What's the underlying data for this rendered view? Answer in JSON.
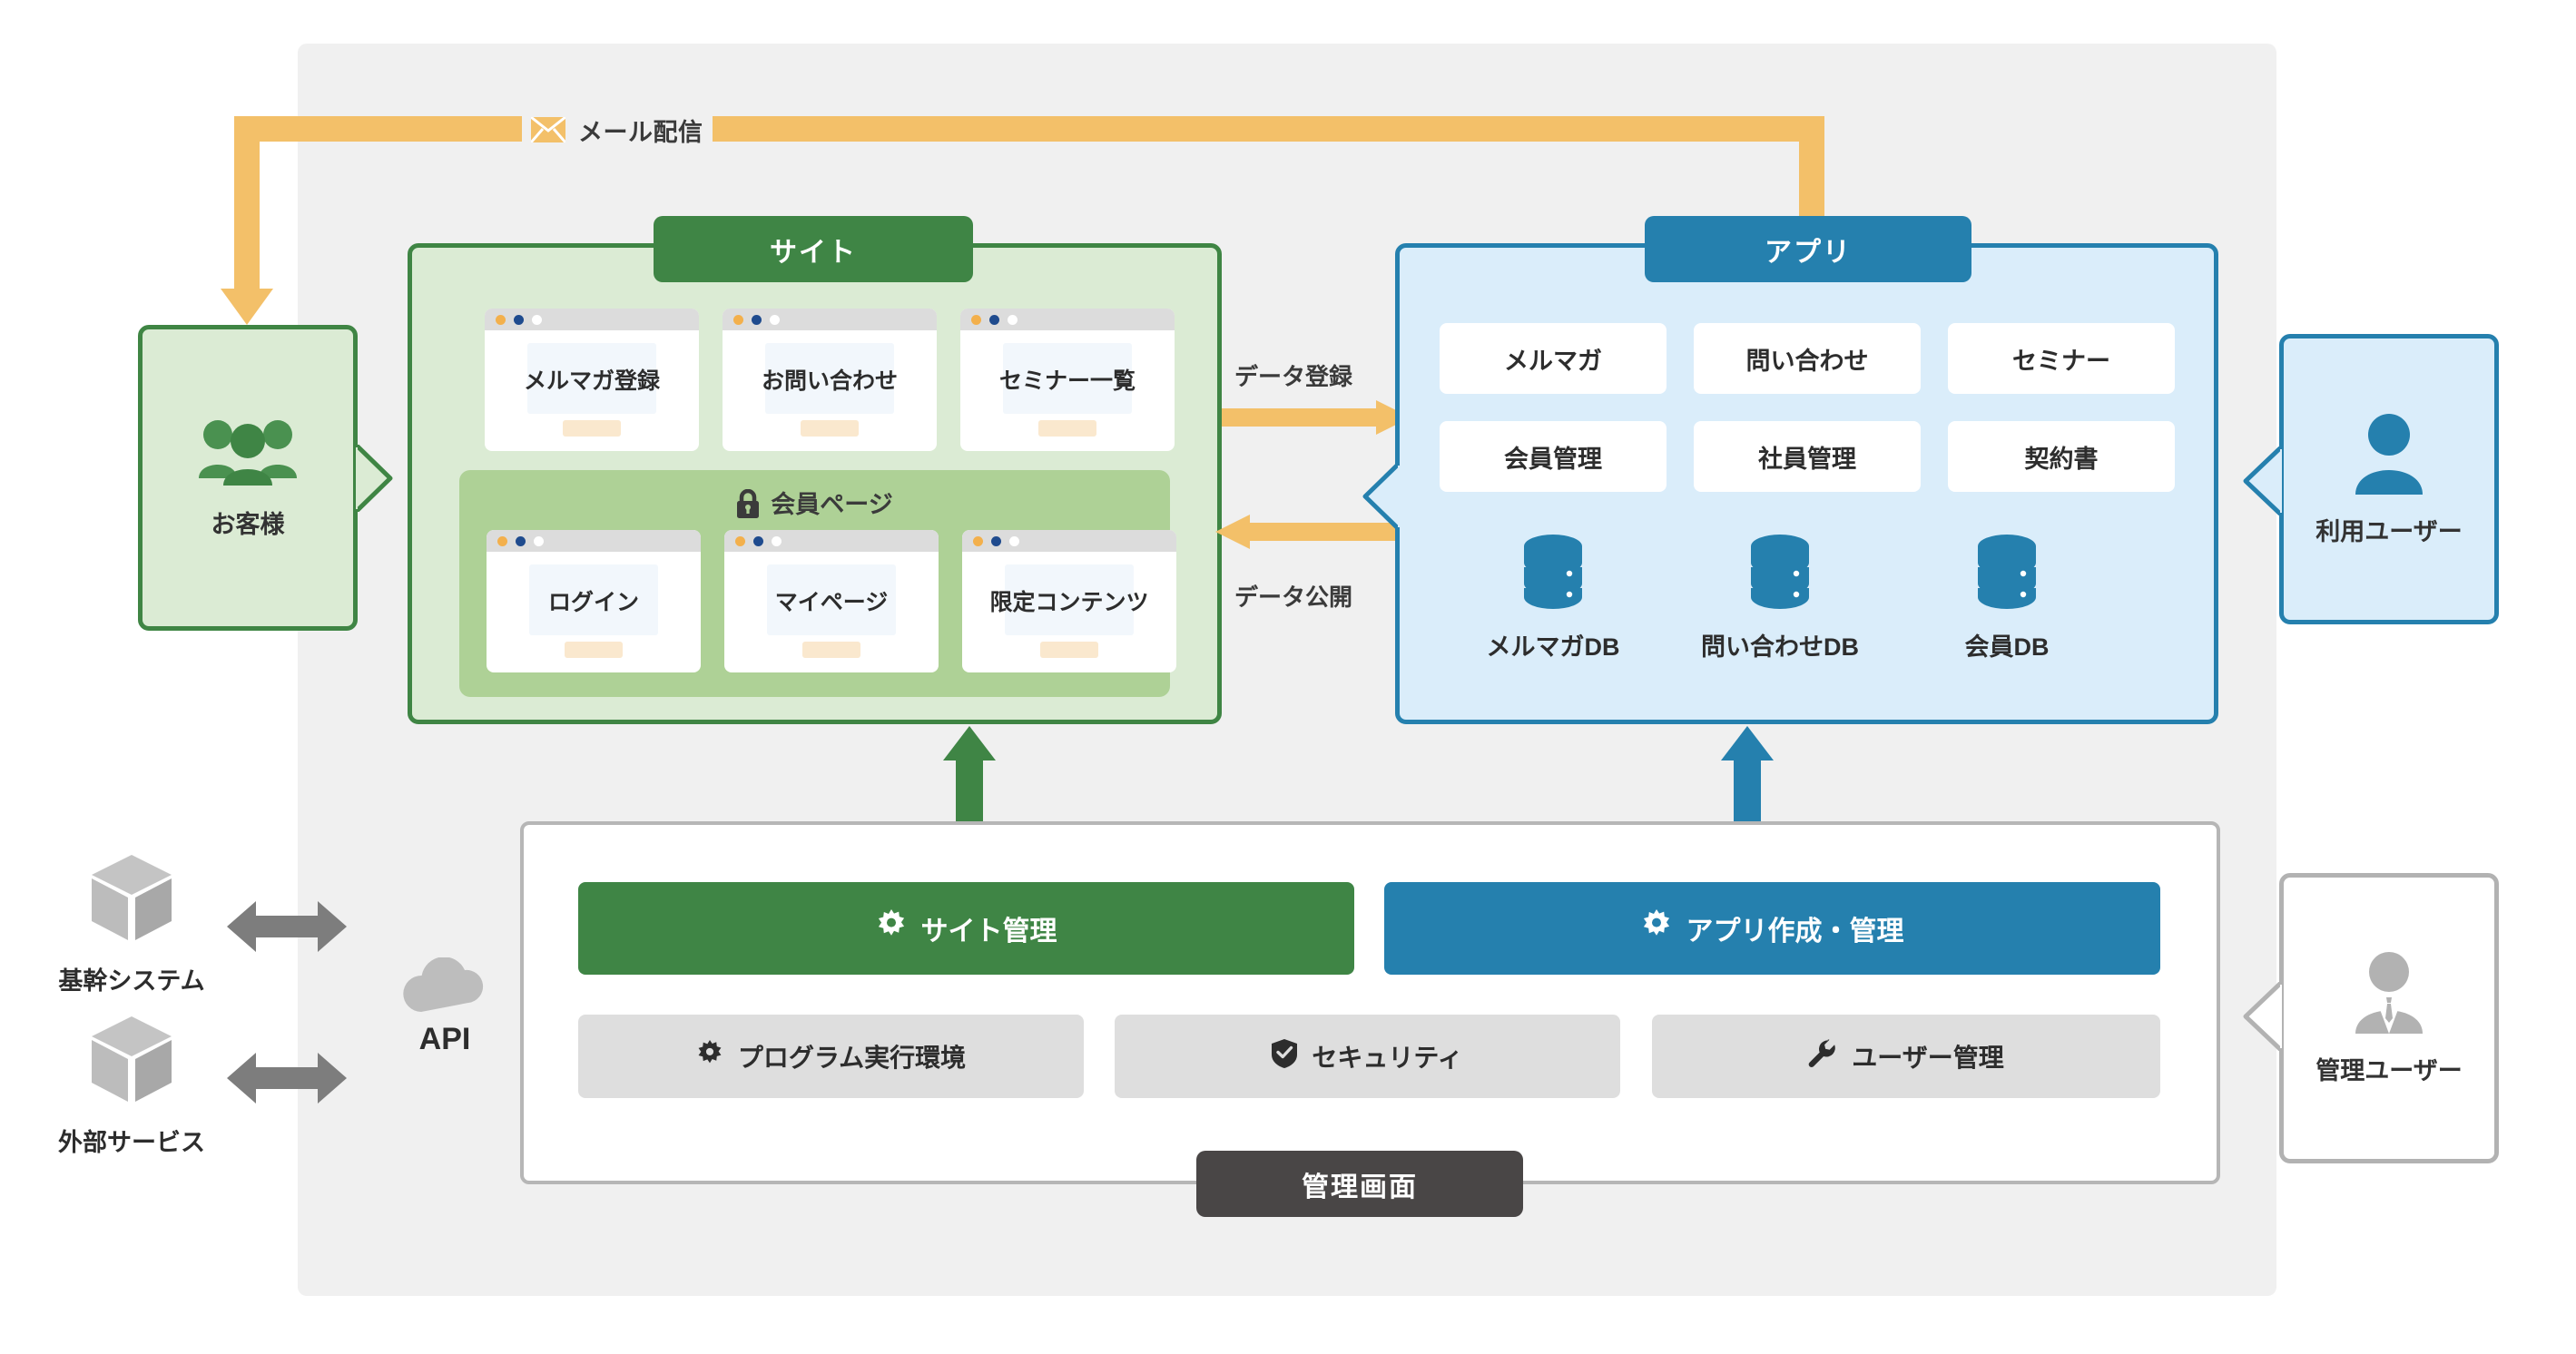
{
  "theme": {
    "green": "#3f8545",
    "green_fill": "#dbebd4",
    "green_member": "#aed196",
    "blue": "#2580ae",
    "blue_fill": "#daedfa",
    "orange": "#f3c069",
    "gray_plate": "#f0f0f0",
    "gray_button": "#dedede",
    "dark": "#494646"
  },
  "flows": {
    "mail_label": "メール配信",
    "mail_icon": "envelope-icon",
    "data_register": "データ登録",
    "data_publish": "データ公開"
  },
  "customer": {
    "label": "お客様",
    "icon": "people-group-icon"
  },
  "site": {
    "tab_label": "サイト",
    "public_cards": [
      {
        "label": "メルマガ登録"
      },
      {
        "label": "お問い合わせ"
      },
      {
        "label": "セミナー一覧"
      }
    ],
    "member_area": {
      "title": "会員ページ",
      "icon": "lock-icon",
      "cards": [
        {
          "label": "ログイン"
        },
        {
          "label": "マイページ"
        },
        {
          "label": "限定コンテンツ"
        }
      ]
    }
  },
  "app": {
    "tab_label": "アプリ",
    "tiles": [
      {
        "label": "メルマガ"
      },
      {
        "label": "問い合わせ"
      },
      {
        "label": "セミナー"
      },
      {
        "label": "会員管理"
      },
      {
        "label": "社員管理"
      },
      {
        "label": "契約書"
      }
    ],
    "databases": [
      {
        "label": "メルマガDB",
        "icon": "database-icon"
      },
      {
        "label": "問い合わせDB",
        "icon": "database-icon"
      },
      {
        "label": "会員DB",
        "icon": "database-icon"
      }
    ]
  },
  "end_user": {
    "label": "利用ユーザー",
    "icon": "person-icon"
  },
  "admin_user": {
    "label": "管理ユーザー",
    "icon": "person-suit-icon"
  },
  "admin_panel": {
    "tab_label": "管理画面",
    "primary_buttons": [
      {
        "label": "サイト管理",
        "icon": "gear-icon"
      },
      {
        "label": "アプリ作成・管理",
        "icon": "gear-icon"
      }
    ],
    "secondary_buttons": [
      {
        "label": "プログラム実行環境",
        "icon": "gear-icon"
      },
      {
        "label": "セキュリティ",
        "icon": "shield-check-icon"
      },
      {
        "label": "ユーザー管理",
        "icon": "wrench-icon"
      }
    ]
  },
  "external": {
    "api_label": "API",
    "api_icon": "cloud-icon",
    "systems": [
      {
        "label": "基幹システム",
        "icon": "cube-icon"
      },
      {
        "label": "外部サービス",
        "icon": "cube-icon"
      }
    ]
  }
}
